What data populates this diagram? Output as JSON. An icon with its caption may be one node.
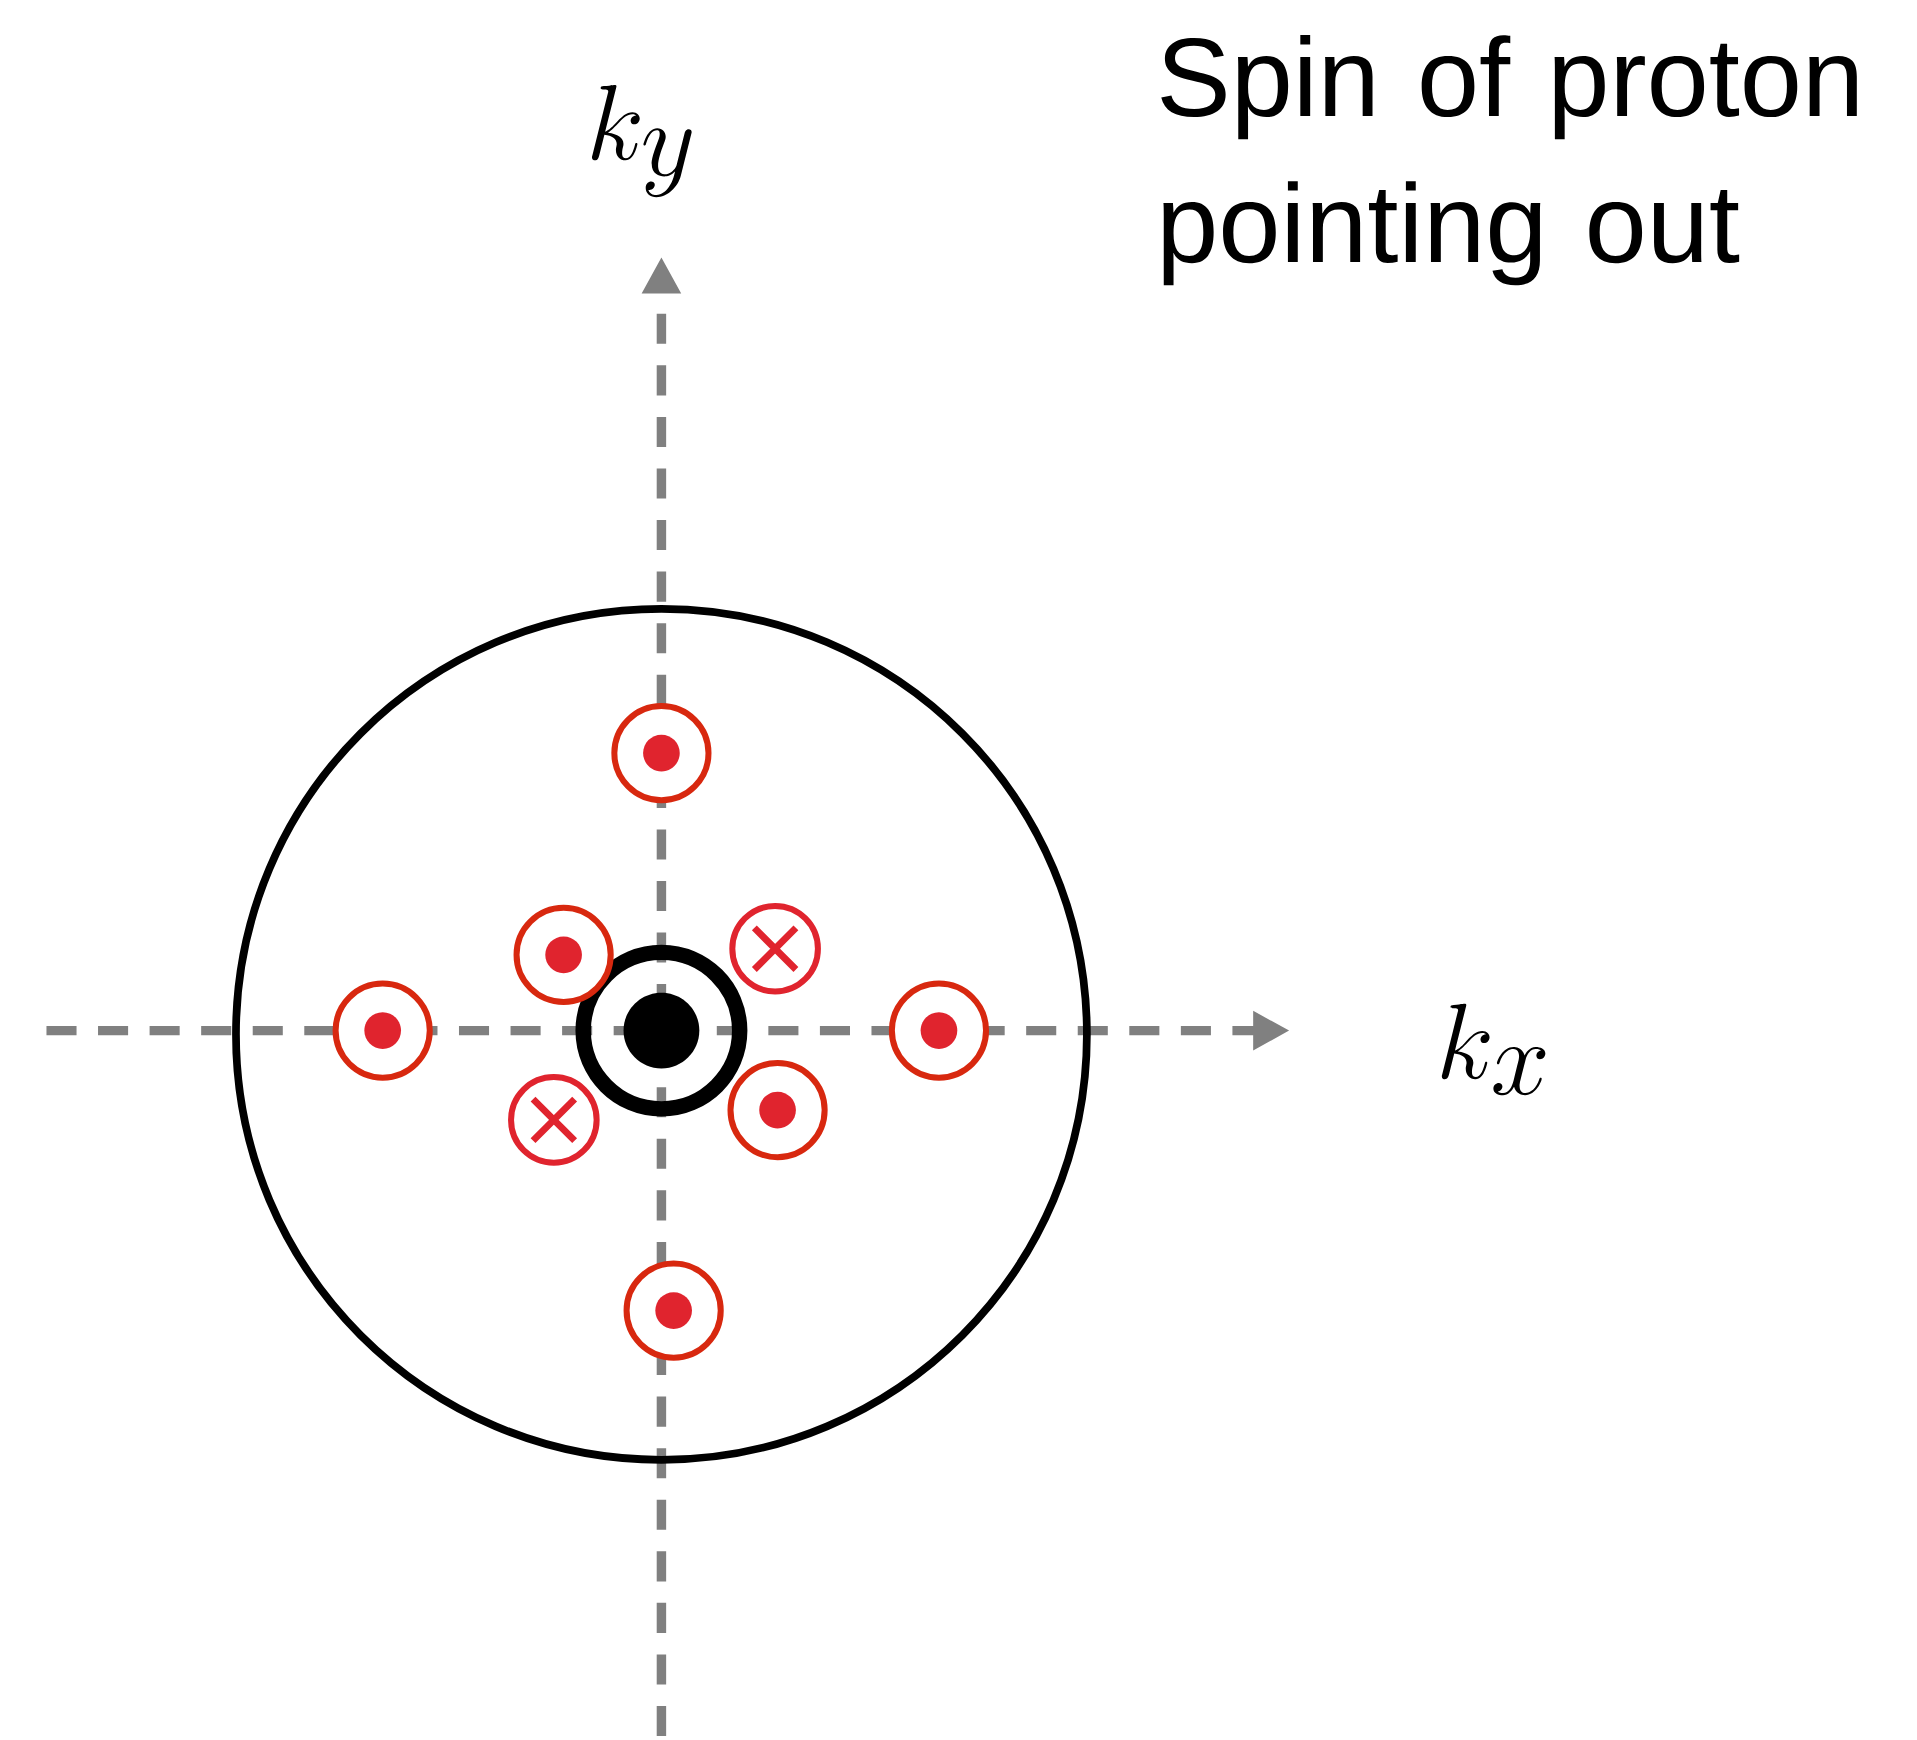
{
  "diagram": {
    "labels": [
      "k_y",
      "k_x",
      "Spin of proton pointing out"
    ]
  }
}
